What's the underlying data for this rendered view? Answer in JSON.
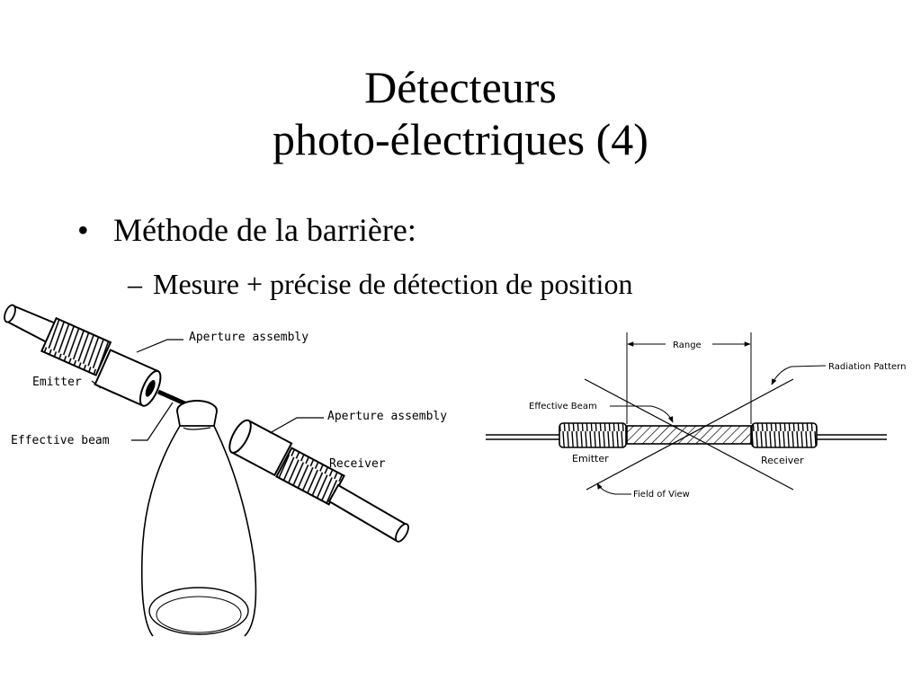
{
  "title": {
    "line1": "Détecteurs",
    "line2": "photo-électriques (4)"
  },
  "bullets": [
    {
      "text": "Méthode de la barrière:",
      "marker": "•"
    },
    {
      "text": "Mesure + précise de détection de position",
      "marker": "–"
    }
  ],
  "figure_left": {
    "labels": {
      "aperture_top": "Aperture assembly",
      "emitter": "Emitter",
      "effective_beam": "Effective beam",
      "aperture_right": "Aperture assembly",
      "receiver": "Receiver"
    }
  },
  "figure_right": {
    "labels": {
      "range": "Range",
      "radiation_pattern": "Radiation Pattern",
      "effective_beam": "Effective Beam",
      "emitter": "Emitter",
      "receiver": "Receiver",
      "field_of_view": "Field of View"
    }
  }
}
